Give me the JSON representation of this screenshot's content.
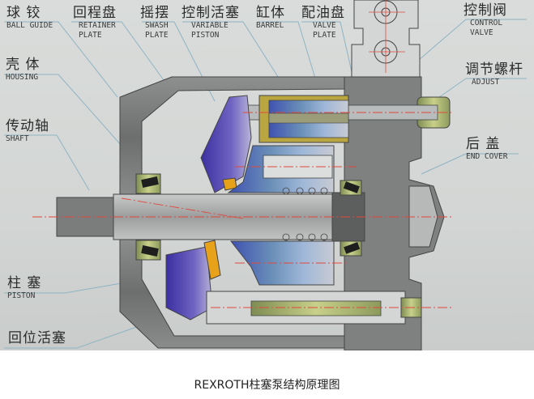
{
  "caption": "REXROTH柱塞泵结构原理图",
  "labels": {
    "ball_guide": {
      "cn": "球  铰",
      "en": "BALL GUIDE"
    },
    "retainer_plate": {
      "cn": "回程盘",
      "en": "RETAINER\nPLATE"
    },
    "swash_plate": {
      "cn": "摇摆",
      "en": "SWASH\nPLATE"
    },
    "variable_piston": {
      "cn": "控制活塞",
      "en": "VARIABLE\nPISTON"
    },
    "barrel": {
      "cn": "缸体",
      "en": "BARREL"
    },
    "valve_plate": {
      "cn": "配油盘",
      "en": "VALVE\nPLATE"
    },
    "control_valve": {
      "cn": "控制阀",
      "en": "CONTROL\nVALVE"
    },
    "adjust": {
      "cn": "调节螺杆",
      "en": "ADJUST"
    },
    "end_cover": {
      "cn": "后  盖",
      "en": "END COVER"
    },
    "housing": {
      "cn": "壳  体",
      "en": "HOUSING"
    },
    "shaft": {
      "cn": "传动轴",
      "en": "SHAFT"
    },
    "piston": {
      "cn": "柱  塞",
      "en": "PISTON"
    },
    "return_piston": {
      "cn": "回位活塞",
      "en": ""
    }
  },
  "colors": {
    "background": "#d6d9d7",
    "housing_gray": "#7a7b7b",
    "swash_purple": "#4b3fa6",
    "barrel_blue": "#4a63b8",
    "centerline_red": "#e0483c",
    "leader_line": "#8fb3c4",
    "bearing_yellow": "#b9a640",
    "retainer_orange": "#e8a21a"
  }
}
